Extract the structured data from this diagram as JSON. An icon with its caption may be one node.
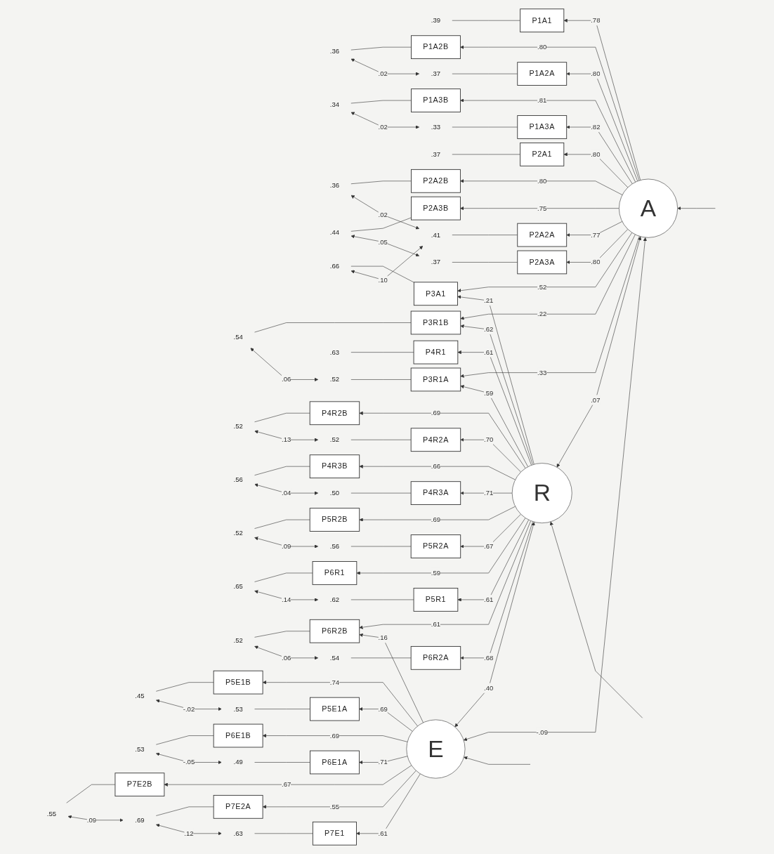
{
  "diagram": {
    "nodes": [
      {
        "text": [
          ".39"
        ]
      },
      {
        "text": [
          "P1A1"
        ]
      },
      {
        "text": [
          ".37"
        ]
      },
      {
        "text": [
          "P1A2A"
        ]
      },
      {
        "text": [
          ".36"
        ]
      },
      {
        "text": [
          "P1A2B"
        ]
      },
      {
        "text": [
          ".33"
        ]
      },
      {
        "text": [
          "P1A3A"
        ]
      },
      {
        "text": [
          ".34"
        ]
      },
      {
        "text": [
          "P1A3B"
        ]
      },
      {
        "text": [
          ".37"
        ]
      },
      {
        "text": [
          "P2A1"
        ]
      },
      {
        "text": [
          ".41"
        ]
      },
      {
        "text": [
          "P2A2A"
        ]
      },
      {
        "text": [
          ".36"
        ]
      },
      {
        "text": [
          "P2A2B"
        ]
      },
      {
        "text": [
          ".37"
        ]
      },
      {
        "text": [
          "P2A3A"
        ]
      },
      {
        "text": [
          ".44"
        ]
      },
      {
        "text": [
          "P2A3B"
        ]
      },
      {
        "text": [
          ".66"
        ]
      },
      {
        "text": [
          "P3A1"
        ]
      },
      {
        "text": [
          ".52"
        ]
      },
      {
        "text": [
          "P3R1A"
        ]
      },
      {
        "text": [
          ".54"
        ]
      },
      {
        "text": [
          "P3R1B"
        ]
      },
      {
        "text": [
          ".63"
        ]
      },
      {
        "text": [
          "P4R1"
        ]
      },
      {
        "text": [
          ".52"
        ]
      },
      {
        "text": [
          "P4R2A"
        ]
      },
      {
        "text": [
          ".52"
        ]
      },
      {
        "text": [
          "P4R2B"
        ]
      },
      {
        "text": [
          ".50"
        ]
      },
      {
        "text": [
          "P4R3A"
        ]
      },
      {
        "text": [
          ".56"
        ]
      },
      {
        "text": [
          "P4R3B"
        ]
      },
      {
        "text": [
          ".62"
        ]
      },
      {
        "text": [
          "P5R1"
        ]
      },
      {
        "text": [
          ".56"
        ]
      },
      {
        "text": [
          "P5R2A"
        ]
      },
      {
        "text": [
          ".52"
        ]
      },
      {
        "text": [
          "P5R2B"
        ]
      },
      {
        "text": [
          ".65"
        ]
      },
      {
        "text": [
          "P6R1"
        ]
      },
      {
        "text": [
          ".54"
        ]
      },
      {
        "text": [
          "P6R2A"
        ]
      },
      {
        "text": [
          ".52"
        ]
      },
      {
        "text": [
          "P6R2B"
        ]
      },
      {
        "text": [
          ".53"
        ]
      },
      {
        "text": [
          "P5E1A"
        ]
      },
      {
        "text": [
          ".45"
        ]
      },
      {
        "text": [
          "P5E1B"
        ]
      },
      {
        "text": [
          ".49"
        ]
      },
      {
        "text": [
          "P6E1A"
        ]
      },
      {
        "text": [
          ".53"
        ]
      },
      {
        "text": [
          "P6E1B"
        ]
      },
      {
        "text": [
          ".63"
        ]
      },
      {
        "text": [
          "P7E1"
        ]
      },
      {
        "text": [
          ".69"
        ]
      },
      {
        "text": [
          "P7E2A"
        ]
      },
      {
        "text": [
          ".55"
        ]
      },
      {
        "text": [
          "P7E2B"
        ]
      },
      {
        "text": [
          "A"
        ]
      },
      {
        "text": [
          "R"
        ]
      },
      {
        "text": [
          "E"
        ]
      }
    ],
    "edges": [
      {
        "from": 0,
        "to": 1,
        "arrow": "none"
      },
      {
        "from": 2,
        "to": 3,
        "arrow": "none"
      },
      {
        "from": 4,
        "to": 5,
        "arrow": "none"
      },
      {
        "from": 6,
        "to": 7,
        "arrow": "none"
      },
      {
        "from": 8,
        "to": 9,
        "arrow": "none"
      },
      {
        "from": 10,
        "to": 11,
        "arrow": "none"
      },
      {
        "from": 12,
        "to": 13,
        "arrow": "none"
      },
      {
        "from": 14,
        "to": 15,
        "arrow": "none"
      },
      {
        "from": 16,
        "to": 17,
        "arrow": "none"
      },
      {
        "from": 18,
        "to": 19,
        "arrow": "none"
      },
      {
        "from": 20,
        "to": 21,
        "arrow": "none"
      },
      {
        "from": 22,
        "to": 23,
        "arrow": "none"
      },
      {
        "from": 24,
        "to": 25,
        "arrow": "none"
      },
      {
        "from": 26,
        "to": 27,
        "arrow": "none"
      },
      {
        "from": 28,
        "to": 29,
        "arrow": "none"
      },
      {
        "from": 30,
        "to": 31,
        "arrow": "none"
      },
      {
        "from": 32,
        "to": 33,
        "arrow": "none"
      },
      {
        "from": 34,
        "to": 35,
        "arrow": "none"
      },
      {
        "from": 36,
        "to": 37,
        "arrow": "none"
      },
      {
        "from": 38,
        "to": 39,
        "arrow": "none"
      },
      {
        "from": 40,
        "to": 41,
        "arrow": "none"
      },
      {
        "from": 42,
        "to": 43,
        "arrow": "none"
      },
      {
        "from": 44,
        "to": 45,
        "arrow": "none"
      },
      {
        "from": 46,
        "to": 47,
        "arrow": "none"
      },
      {
        "from": 48,
        "to": 49,
        "arrow": "none"
      },
      {
        "from": 50,
        "to": 51,
        "arrow": "none"
      },
      {
        "from": 52,
        "to": 53,
        "arrow": "none"
      },
      {
        "from": 54,
        "to": 55,
        "arrow": "none"
      },
      {
        "from": 56,
        "to": 57,
        "arrow": "none"
      },
      {
        "from": 58,
        "to": 59,
        "arrow": "none"
      },
      {
        "from": 60,
        "to": 61,
        "arrow": "none"
      },
      {
        "from": 62,
        "to": 1,
        "arrow": "to",
        "label": ".78"
      },
      {
        "from": 62,
        "to": 3,
        "arrow": "to",
        "label": ".80"
      },
      {
        "from": 62,
        "to": 5,
        "arrow": "to",
        "label": ".80"
      },
      {
        "from": 62,
        "to": 7,
        "arrow": "to",
        "label": ".82"
      },
      {
        "from": 62,
        "to": 9,
        "arrow": "to",
        "label": ".81"
      },
      {
        "from": 62,
        "to": 11,
        "arrow": "to",
        "label": ".80"
      },
      {
        "from": 62,
        "to": 13,
        "arrow": "to",
        "label": ".77"
      },
      {
        "from": 62,
        "to": 15,
        "arrow": "to",
        "label": ".80"
      },
      {
        "from": 62,
        "to": 17,
        "arrow": "to",
        "label": ".80"
      },
      {
        "from": 62,
        "to": 19,
        "arrow": "to",
        "label": ".75"
      },
      {
        "from": 62,
        "to": 21,
        "arrow": "to",
        "label": ".52"
      },
      {
        "from": 62,
        "to": 23,
        "arrow": "to",
        "label": ".33"
      },
      {
        "from": 62,
        "to": 25,
        "arrow": "to",
        "label": ".22"
      },
      {
        "from": 63,
        "to": 21,
        "arrow": "to",
        "label": ".21"
      },
      {
        "from": 63,
        "to": 23,
        "arrow": "to",
        "label": ".59"
      },
      {
        "from": 63,
        "to": 25,
        "arrow": "to",
        "label": ".62"
      },
      {
        "from": 63,
        "to": 27,
        "arrow": "to",
        "label": ".61"
      },
      {
        "from": 63,
        "to": 29,
        "arrow": "to",
        "label": ".70"
      },
      {
        "from": 63,
        "to": 31,
        "arrow": "to",
        "label": ".69"
      },
      {
        "from": 63,
        "to": 33,
        "arrow": "to",
        "label": ".71"
      },
      {
        "from": 63,
        "to": 35,
        "arrow": "to",
        "label": ".66"
      },
      {
        "from": 63,
        "to": 37,
        "arrow": "to",
        "label": ".61"
      },
      {
        "from": 63,
        "to": 39,
        "arrow": "to",
        "label": ".67"
      },
      {
        "from": 63,
        "to": 41,
        "arrow": "to",
        "label": ".69"
      },
      {
        "from": 63,
        "to": 43,
        "arrow": "to",
        "label": ".59"
      },
      {
        "from": 63,
        "to": 45,
        "arrow": "to",
        "label": ".68"
      },
      {
        "from": 63,
        "to": 47,
        "arrow": "to",
        "label": ".61"
      },
      {
        "from": 64,
        "to": 47,
        "arrow": "to",
        "label": ".16"
      },
      {
        "from": 64,
        "to": 49,
        "arrow": "to",
        "label": ".69"
      },
      {
        "from": 64,
        "to": 51,
        "arrow": "to",
        "label": ".74"
      },
      {
        "from": 64,
        "to": 53,
        "arrow": "to",
        "label": ".71"
      },
      {
        "from": 64,
        "to": 55,
        "arrow": "to",
        "label": ".69"
      },
      {
        "from": 64,
        "to": 57,
        "arrow": "to",
        "label": ".61"
      },
      {
        "from": 64,
        "to": 59,
        "arrow": "to",
        "label": ".55"
      },
      {
        "from": 64,
        "to": 61,
        "arrow": "to",
        "label": ".67"
      },
      {
        "from": 2,
        "to": 4,
        "arrow": "both",
        "label": ".02"
      },
      {
        "from": 6,
        "to": 8,
        "arrow": "both",
        "label": ".02"
      },
      {
        "from": 12,
        "to": 14,
        "arrow": "both",
        "label": ".02"
      },
      {
        "from": 12,
        "to": 20,
        "arrow": "both",
        "label": ".10"
      },
      {
        "from": 16,
        "to": 18,
        "arrow": "both",
        "label": ".05"
      },
      {
        "from": 22,
        "to": 24,
        "arrow": "both",
        "label": ".06"
      },
      {
        "from": 28,
        "to": 30,
        "arrow": "both",
        "label": ".13"
      },
      {
        "from": 32,
        "to": 34,
        "arrow": "both",
        "label": ".04"
      },
      {
        "from": 36,
        "to": 42,
        "arrow": "both",
        "label": ".14"
      },
      {
        "from": 38,
        "to": 40,
        "arrow": "both",
        "label": ".09"
      },
      {
        "from": 44,
        "to": 46,
        "arrow": "both",
        "label": ".06"
      },
      {
        "from": 48,
        "to": 50,
        "arrow": "both",
        "label": "-.02"
      },
      {
        "from": 52,
        "to": 54,
        "arrow": "both",
        "label": "-.05"
      },
      {
        "from": 56,
        "to": 58,
        "arrow": "both",
        "label": ".12"
      },
      {
        "from": 58,
        "to": 60,
        "arrow": "both",
        "label": ".09"
      },
      {
        "from": 62,
        "to": 63,
        "arrow": "both",
        "label": ".07"
      },
      {
        "from": 63,
        "to": 64,
        "arrow": "both",
        "label": ".40"
      },
      {
        "from": 62,
        "to": 64,
        "arrow": "both",
        "label": "-.09"
      },
      {
        "from": null,
        "to": 62,
        "arrow": "to"
      },
      {
        "from": null,
        "to": 63,
        "arrow": "to"
      },
      {
        "from": null,
        "to": 64,
        "arrow": "to"
      }
    ]
  }
}
